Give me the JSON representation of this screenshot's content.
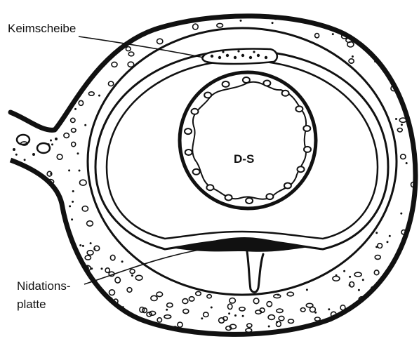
{
  "labels": {
    "keimscheibe": "Keimscheibe",
    "center": "D-S",
    "nidation_line1": "Nidations-",
    "nidation_line2": "platte"
  },
  "colors": {
    "ink": "#111111",
    "paper": "#ffffff"
  }
}
